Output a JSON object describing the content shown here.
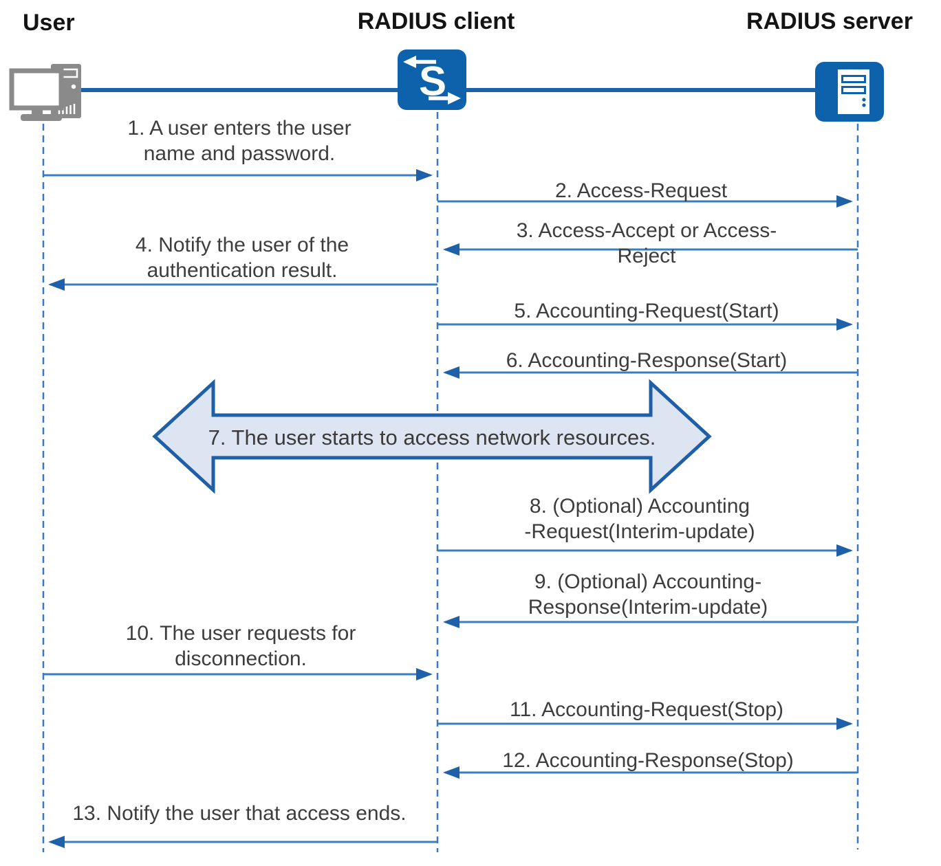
{
  "diagram": {
    "type": "sequence-diagram",
    "topic": "RADIUS message exchange between a user, a RADIUS client, and a RADIUS server"
  },
  "actors": [
    {
      "name": "User",
      "icon": "desktop-computer-icon"
    },
    {
      "name": "RADIUS client",
      "icon": "switch-icon",
      "icon_letter": "S"
    },
    {
      "name": "RADIUS server",
      "icon": "server-icon"
    }
  ],
  "messages": [
    {
      "step": "1",
      "label": "1. A user enters the user\nname and password.",
      "from": "User",
      "to": "RADIUS client",
      "style": "arrow"
    },
    {
      "step": "2",
      "label": "2. Access-Request",
      "from": "RADIUS client",
      "to": "RADIUS server",
      "style": "arrow"
    },
    {
      "step": "3",
      "label": "3. Access-Accept or Access-Reject",
      "from": "RADIUS server",
      "to": "RADIUS client",
      "style": "arrow"
    },
    {
      "step": "4",
      "label": "4. Notify the user of the\nauthentication result.",
      "from": "RADIUS client",
      "to": "User",
      "style": "arrow"
    },
    {
      "step": "5",
      "label": "5. Accounting-Request(Start)",
      "from": "RADIUS client",
      "to": "RADIUS server",
      "style": "arrow"
    },
    {
      "step": "6",
      "label": "6. Accounting-Response(Start)",
      "from": "RADIUS server",
      "to": "RADIUS client",
      "style": "arrow"
    },
    {
      "step": "7",
      "label": "7. The user starts to access network resources.",
      "from": "User",
      "to": "RADIUS server",
      "style": "wide-double-arrow"
    },
    {
      "step": "8",
      "label": "8. (Optional) Accounting\n-Request(Interim-update)",
      "from": "RADIUS client",
      "to": "RADIUS server",
      "style": "arrow"
    },
    {
      "step": "9",
      "label": "9. (Optional) Accounting-\nResponse(Interim-update)",
      "from": "RADIUS server",
      "to": "RADIUS client",
      "style": "arrow"
    },
    {
      "step": "10",
      "label": "10. The user requests for\ndisconnection.",
      "from": "User",
      "to": "RADIUS client",
      "style": "arrow"
    },
    {
      "step": "11",
      "label": "11. Accounting-Request(Stop)",
      "from": "RADIUS client",
      "to": "RADIUS server",
      "style": "arrow"
    },
    {
      "step": "12",
      "label": "12. Accounting-Response(Stop)",
      "from": "RADIUS server",
      "to": "RADIUS client",
      "style": "arrow"
    },
    {
      "step": "13",
      "label": "13. Notify the user that access ends.",
      "from": "RADIUS client",
      "to": "User",
      "style": "arrow"
    }
  ],
  "colors": {
    "backbone_blue": "#1b62ab",
    "arrow_shaft_blue": "#3a7cc0",
    "arrowhead_blue": "#1e61a9",
    "lifeline_blue": "#3579bf",
    "icon_blue": "#0e62ab",
    "wide_arrow_fill": "#dde4f2",
    "wide_arrow_border": "#1e5fa8",
    "icon_gray": "#8a8a8a",
    "text_dark": "#3d3d3d"
  }
}
